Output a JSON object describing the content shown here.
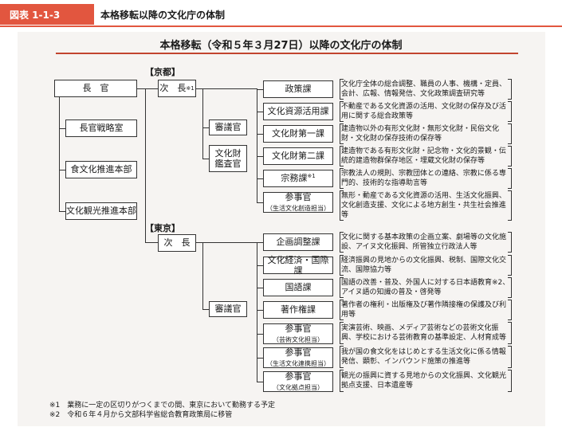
{
  "header": {
    "badge": "図表 1-1-3",
    "title": "本格移転以降の文化庁の体制"
  },
  "diagram": {
    "title": "本格移転（令和５年３月27日）以降の文化庁の体制",
    "kyoto_label": "【京都】",
    "tokyo_label": "【東京】",
    "left": [
      "長　官",
      "長官戦略室",
      "食文化推進本部",
      "文化観光推進本部"
    ],
    "kyoto_jicho": "次　長",
    "kyoto_jicho_mark": "※1",
    "kyoto_mid": [
      "審議官",
      "文化財鑑査官"
    ],
    "kyoto_units": [
      {
        "name": "政策課",
        "sub": "",
        "mark": "",
        "desc": "文化庁全体の総合調整、職員の人事、機構・定員、会計、広報、情報発信、文化政策調査研究等"
      },
      {
        "name": "文化資源活用課",
        "sub": "",
        "mark": "",
        "desc": "不動産である文化資源の活用、文化財の保存及び活用に関する総合政策等"
      },
      {
        "name": "文化財第一課",
        "sub": "",
        "mark": "",
        "desc": "建造物以外の有形文化財・無形文化財・民俗文化財・文化財の保存技術の保存等"
      },
      {
        "name": "文化財第二課",
        "sub": "",
        "mark": "",
        "desc": "建造物である有形文化財・記念物・文化的景観・伝統的建造物群保存地区・埋蔵文化財の保存等"
      },
      {
        "name": "宗務課",
        "sub": "",
        "mark": "※1",
        "desc": "宗教法人の規則、宗教団体との連絡、宗教に係る専門的、技術的な指導助言等"
      },
      {
        "name": "参事官",
        "sub": "（生活文化創造担当）",
        "mark": "",
        "desc": "無形・動産である文化資源の活用、生活文化振興、文化創造支援、文化による地方創生・共生社会推進等"
      }
    ],
    "tokyo_jicho": "次　長",
    "tokyo_mid": [
      "審議官"
    ],
    "tokyo_units": [
      {
        "name": "企画調整課",
        "sub": "",
        "mark": "",
        "desc": "文化に関する基本政策の企画立案、劇場等の文化施設、アイヌ文化振興、所管独立行政法人等"
      },
      {
        "name": "文化経済・国際課",
        "sub": "",
        "mark": "",
        "desc": "経済振興の見地からの文化振興、税制、国際文化交流、国際協力等"
      },
      {
        "name": "国語課",
        "sub": "",
        "mark": "",
        "desc": "国語の改善・普及、外国人に対する日本語教育※2、アイヌ語の知識の普及・啓発等"
      },
      {
        "name": "著作権課",
        "sub": "",
        "mark": "",
        "desc": "著作者の権利・出版権及び著作隣接権の保護及び利用等"
      },
      {
        "name": "参事官",
        "sub": "（芸術文化担当）",
        "mark": "",
        "desc": "実演芸術、映画、メディア芸術などの芸術文化振興、学校における芸術教育の基準設定、人材育成等"
      },
      {
        "name": "参事官",
        "sub": "（生活文化連携担当）",
        "mark": "",
        "desc": "我が国の食文化をはじめとする生活文化に係る情報発信、顕彰、インバウンド施策の推進等"
      },
      {
        "name": "参事官",
        "sub": "（文化拠点担当）",
        "mark": "",
        "desc": "観光の振興に資する見地からの文化振興、文化観光拠点支援、日本遺産等"
      }
    ]
  },
  "notes": [
    {
      "mark": "※1",
      "text": "業務に一定の区切りがつくまでの間、東京において勤務する予定"
    },
    {
      "mark": "※2",
      "text": "令和６年４月から文部科学省総合教育政策局に移管"
    }
  ],
  "colors": {
    "accent": "#e2563f",
    "panel": "#f6f4f2",
    "line": "#333333"
  }
}
